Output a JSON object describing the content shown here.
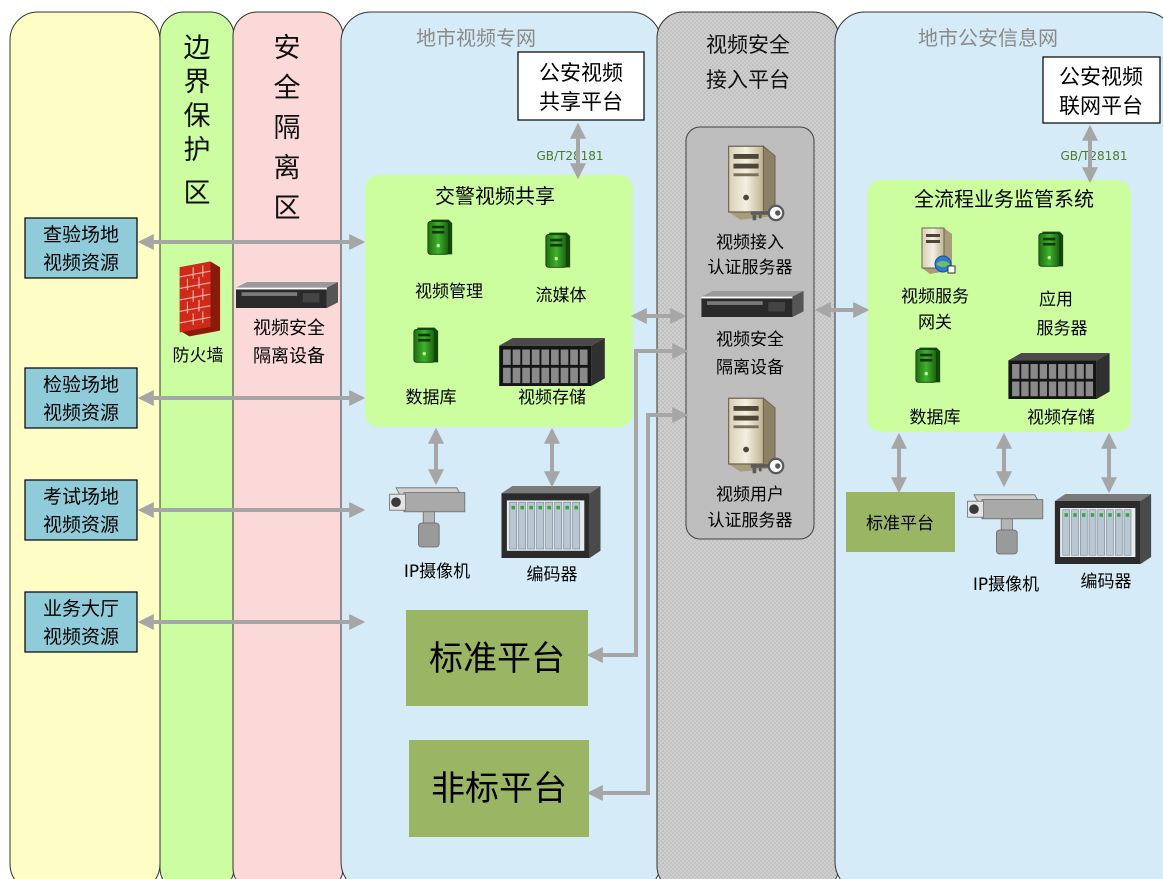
{
  "zones": {
    "border": "边界保护区",
    "isolation": "安全隔离区",
    "city_net": "地市视频专网",
    "access": "视频安全接入平台",
    "police_net": "地市公安信息网"
  },
  "sources": [
    [
      "查验场地",
      "视频资源"
    ],
    [
      "检验场地",
      "视频资源"
    ],
    [
      "考试场地",
      "视频资源"
    ],
    [
      "业务大厅",
      "视频资源"
    ]
  ],
  "border_zone": {
    "firewall": "防火墙"
  },
  "isolation_zone": {
    "device": [
      "视频安全",
      "隔离设备"
    ]
  },
  "city_net_zone": {
    "share_platform": [
      "公安视频",
      "共享平台"
    ],
    "protocol": "GB/T28181",
    "group_title": "交警视频共享",
    "video_mgmt": "视频管理",
    "stream_media": "流媒体",
    "database": "数据库",
    "video_storage": "视频存储",
    "ip_camera": "IP摄像机",
    "encoder": "编码器",
    "std_platform": "标准平台",
    "nonstd_platform": "非标平台"
  },
  "access_zone": {
    "access_auth": [
      "视频接入",
      "认证服务器"
    ],
    "isolation_device": [
      "视频安全",
      "隔离设备"
    ],
    "user_auth": [
      "视频用户",
      "认证服务器"
    ]
  },
  "police_net_zone": {
    "network_platform": [
      "公安视频",
      "联网平台"
    ],
    "protocol": "GB/T28181",
    "group_title": "全流程业务监管系统",
    "video_gateway": [
      "视频服务",
      "网关"
    ],
    "app_server": [
      "应用",
      "服务器"
    ],
    "database": "数据库",
    "video_storage": "视频存储",
    "std_platform": "标准平台",
    "ip_camera": "IP摄像机",
    "encoder": "编码器"
  },
  "colors": {
    "left_zone": "#fdfdc5",
    "border_zone": "#ccfda0",
    "isolation_zone": "#fcd9d9",
    "city_net": "#d5ebf7",
    "access_zone": "#c9c9c9",
    "police_net": "#d5ebf7",
    "group_fill": "#ccfd9e",
    "source_box": "#8fcbd8",
    "platform_box": "#9ab564",
    "arrow": "#a6a6a6"
  }
}
